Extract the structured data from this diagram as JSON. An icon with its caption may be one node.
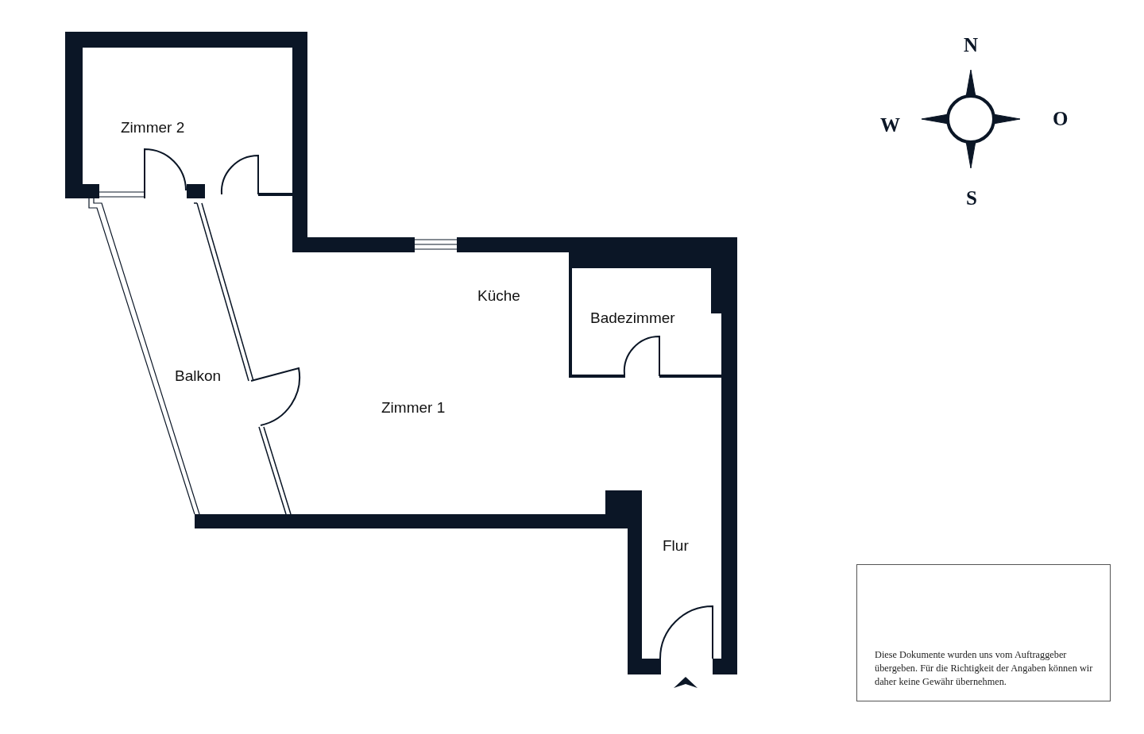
{
  "diagram": {
    "nodes": [
      {
        "text": [
          "Diese Dokumente wurden uns vom Auftraggeber übergeben. Für die Richtigkeit der Angaben können wir daher keine Gewähr übernehmen."
        ]
      }
    ],
    "labels": [
      "N",
      "O",
      "W",
      "Zimmer 2",
      "S",
      "Küche",
      "Badezimmer",
      "Balkon",
      "Zimmer 1",
      "Flur"
    ]
  }
}
